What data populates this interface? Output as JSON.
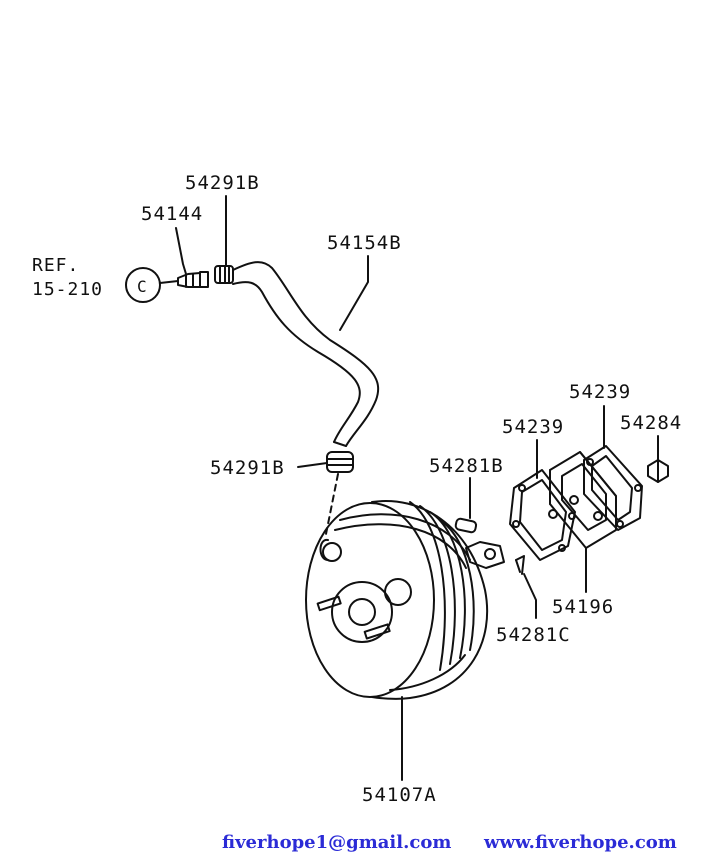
{
  "labels": {
    "p54291B_top": "54291B",
    "p54144": "54144",
    "ref_line1": "REF.",
    "ref_line2": "15-210",
    "ref_circle": "C",
    "p54154B": "54154B",
    "p54291B_mid": "54291B",
    "p54281B": "54281B",
    "p54239_left": "54239",
    "p54239_right": "54239",
    "p54284": "54284",
    "p54196": "54196",
    "p54281C": "54281C",
    "p54107A": "54107A"
  },
  "footer": {
    "email": "fiverhope1@gmail.com",
    "website": "www.fiverhope.com"
  },
  "colors": {
    "line": "#111111",
    "footer_text": "#2b2bd6"
  }
}
